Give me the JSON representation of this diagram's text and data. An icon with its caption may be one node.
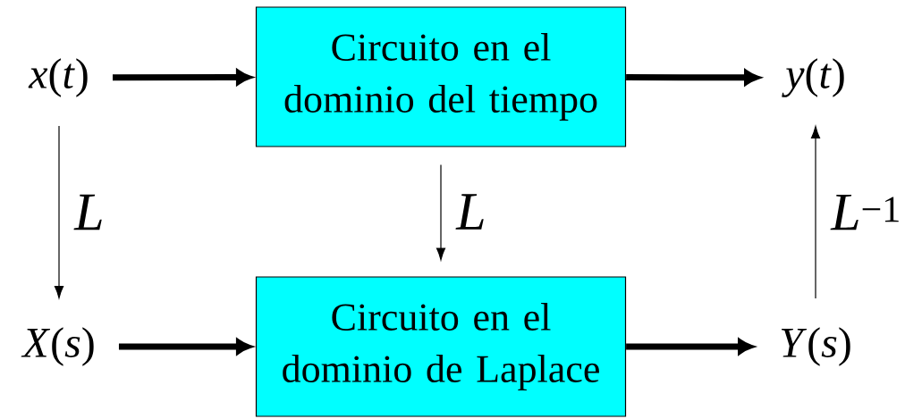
{
  "diagram": {
    "nodes": [
      {
        "text": [
          "*x*(*t*)"
        ]
      },
      {
        "text": [
          "Circuito en el dominio del tiempo"
        ]
      },
      {
        "text": [
          "*y*(*t*)"
        ]
      },
      {
        "text": [
          "*X*(*s*)"
        ]
      },
      {
        "text": [
          "Circuito en el dominio de Laplace"
        ]
      },
      {
        "text": [
          "*Y*(*s*)"
        ]
      }
    ],
    "edges": [
      {
        "from": 0,
        "to": 1,
        "arrow": "to"
      },
      {
        "from": 1,
        "to": 2,
        "arrow": "to"
      },
      {
        "from": 0,
        "to": 3,
        "arrow": "to",
        "label": "*L*"
      },
      {
        "from": 1,
        "to": 4,
        "arrow": "to",
        "label": "*L*"
      },
      {
        "from": 3,
        "to": 4,
        "arrow": "to"
      },
      {
        "from": 4,
        "to": 5,
        "arrow": "to"
      },
      {
        "from": 5,
        "to": 2,
        "arrow": "to",
        "label": "*L*$^{−1}$"
      }
    ]
  }
}
